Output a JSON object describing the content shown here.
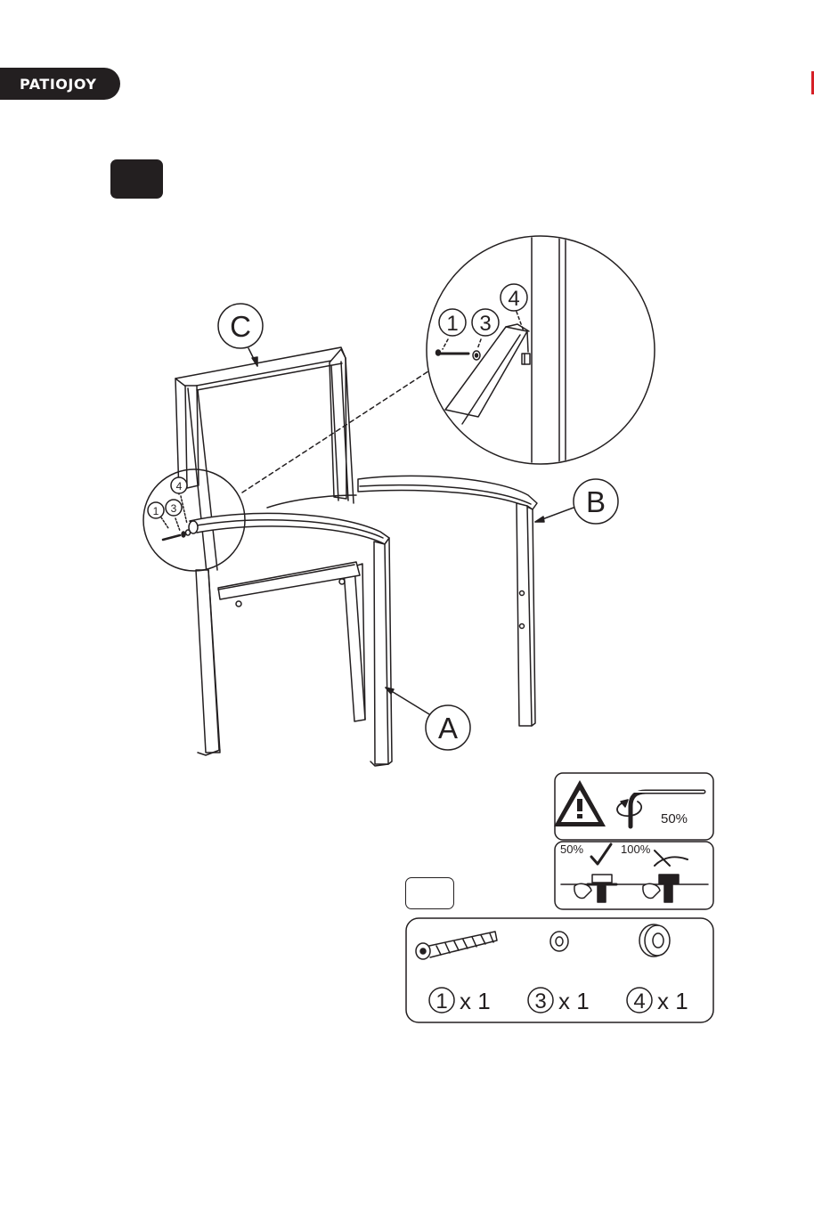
{
  "brand": {
    "logo_text": "PATIOJOY"
  },
  "step": {
    "number": ""
  },
  "hardware_box": {
    "label": ""
  },
  "labels": {
    "part_a": "A",
    "part_b": "B",
    "part_c": "C"
  },
  "callouts": {
    "n1": "1",
    "n3": "3",
    "n4": "4"
  },
  "torque": {
    "half": "50%",
    "ok_half": "50%",
    "bad_full": "100%"
  },
  "hardware": [
    {
      "num": "1",
      "qty": "x 1"
    },
    {
      "num": "3",
      "qty": "x 1"
    },
    {
      "num": "4",
      "qty": "x 1"
    }
  ],
  "colors": {
    "ink": "#231f20",
    "accent": "#d62027",
    "background": "#ffffff"
  }
}
